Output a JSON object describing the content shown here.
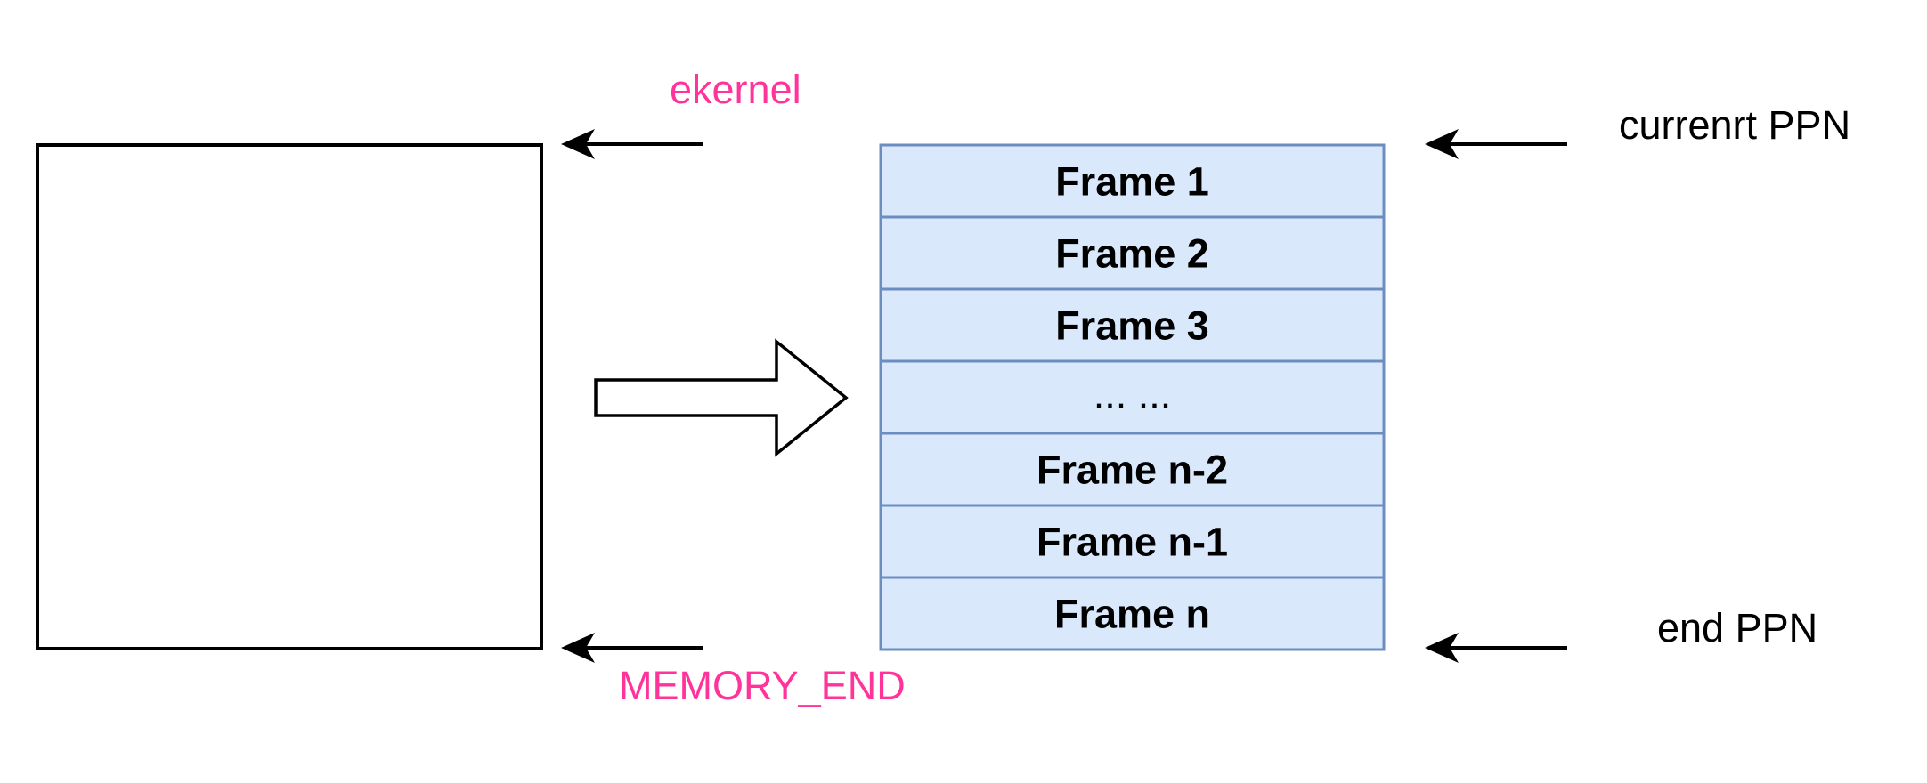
{
  "labels": {
    "ekernel": "ekernel",
    "memory_end": "MEMORY_END",
    "current_ppn": "currenrt PPN",
    "end_ppn": "end PPN"
  },
  "frames": [
    {
      "text": "Frame 1",
      "bold": true
    },
    {
      "text": "Frame 2",
      "bold": true
    },
    {
      "text": "Frame 3",
      "bold": true
    },
    {
      "text": "... ...",
      "bold": false
    },
    {
      "text": "Frame n-2",
      "bold": true
    },
    {
      "text": "Frame n-1",
      "bold": true
    },
    {
      "text": "Frame n",
      "bold": true
    }
  ],
  "colors": {
    "accent_label": "#ff3399",
    "frame_fill": "#dae8fc",
    "frame_stroke": "#6c8ebf",
    "stroke": "#000000"
  }
}
